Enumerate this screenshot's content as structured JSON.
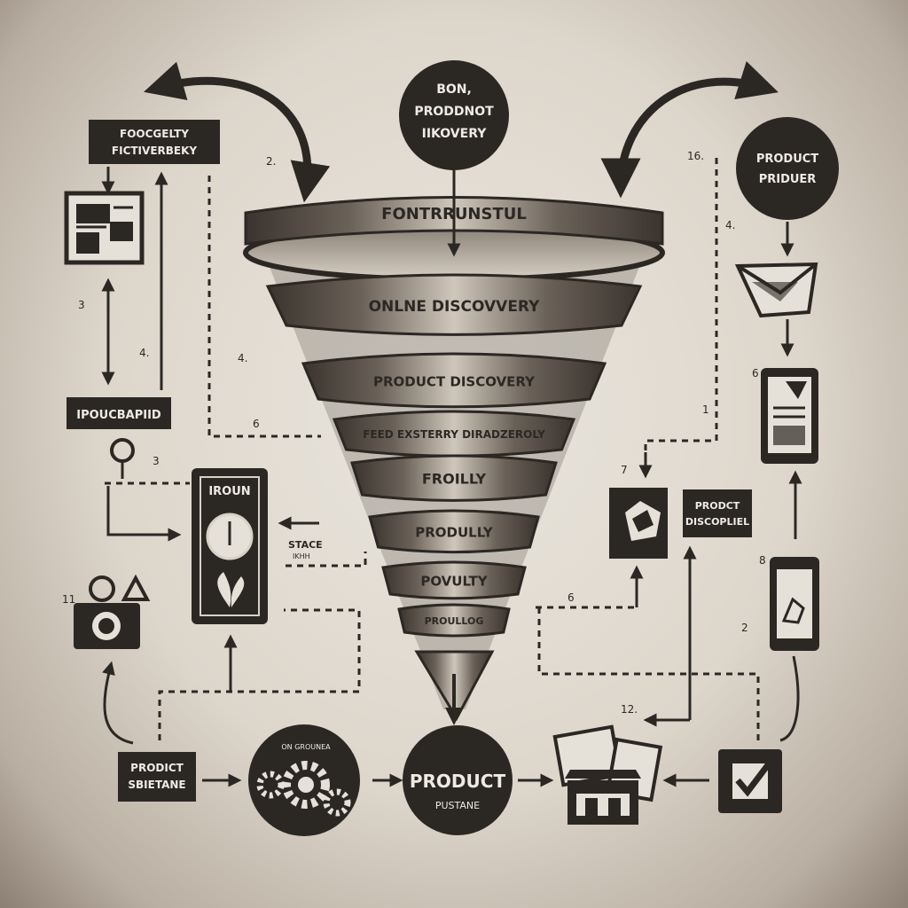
{
  "funnel": {
    "top_label": "FONTRRUNSTUL",
    "layers": [
      "ONLNE DISCOVVERY",
      "PRODUCT  DISCOVERY",
      "FEED  EXSTERRY DIRADZEROLY",
      "FROILLY",
      "PRODULLY",
      "POVULTY",
      "PROULLOG"
    ]
  },
  "top_circle": {
    "lines": [
      "BON,",
      "PRODDNOT",
      "IIKOVERY"
    ]
  },
  "right_circle": {
    "lines": [
      "PRODUCT",
      "PRIDUER"
    ]
  },
  "left_top_box": {
    "lines": [
      "FOOCGELTY",
      "FICTIVERBEKY"
    ]
  },
  "left_mid_label": "IPOUCBAPIID",
  "left_panel_label": "IROUN",
  "stage_label": {
    "line1": "STACE",
    "line2": "IKHH"
  },
  "right_product_box": {
    "lines": [
      "PRODCT",
      "DISCOPLIEL"
    ]
  },
  "bottom_left_box": {
    "lines": [
      "PRODICT",
      "SBIETANE"
    ]
  },
  "bottom_circle_small_text": "ON GROUNEA",
  "bottom_center_circle": {
    "lines": [
      "PRODUCT",
      "PUSTANE"
    ]
  },
  "numbers": {
    "n_top_left": "2.",
    "n_top_right": "16.",
    "n_left_3": "3",
    "n_left_4": "4.",
    "n_mid_left_4": "4.",
    "n_mid_6": "6",
    "n_left_s3": "3",
    "n_right_4": "4.",
    "n_right_6": "6",
    "n_right_1": "1",
    "n_right_7": "7",
    "n_bottom_6": "6",
    "n_right_8": "8",
    "n_right_2": "2",
    "n_bottom_12": "12.",
    "n_left_11": "11"
  },
  "icons": {
    "left_doc": "document-image-icon",
    "left_panel": "clock-plant-panel-icon",
    "camera": "camera-icon",
    "gears": "gears-icon",
    "envelope": "envelope-icon",
    "tablet": "tablet-document-icon",
    "phone": "phone-icon",
    "right_card": "broken-card-icon",
    "store": "storefront-documents-icon",
    "check": "checkbox-check-icon"
  },
  "colors": {
    "ink": "#2b2824",
    "paper": "#e6e1d8",
    "funnel_dark": "#3a342e",
    "funnel_light": "#cfc7bb"
  }
}
